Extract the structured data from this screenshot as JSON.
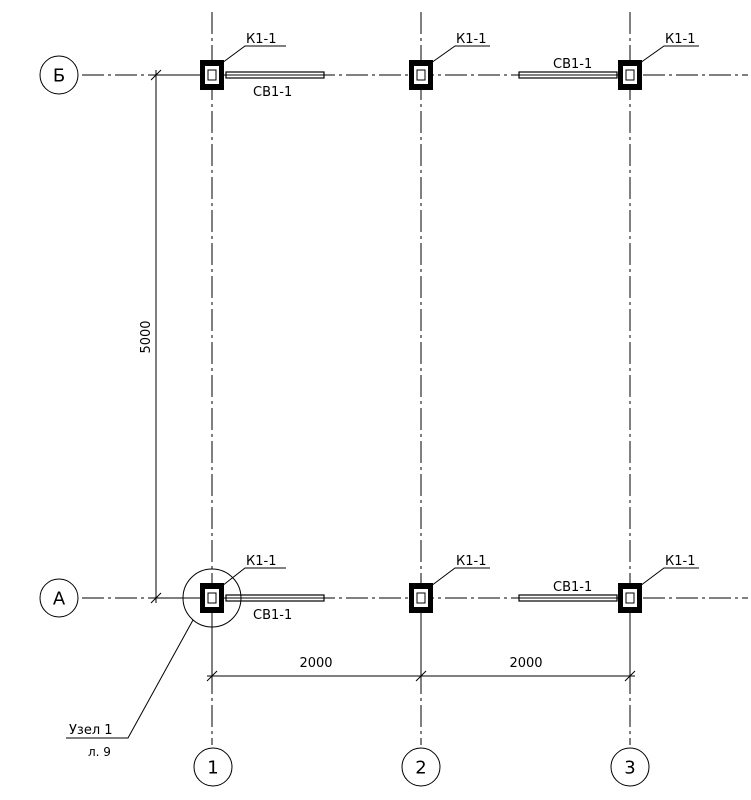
{
  "grid": {
    "rows": [
      {
        "id": "row-b",
        "label": "Б"
      },
      {
        "id": "row-a",
        "label": "А"
      }
    ],
    "cols": [
      {
        "id": "col-1",
        "label": "1"
      },
      {
        "id": "col-2",
        "label": "2"
      },
      {
        "id": "col-3",
        "label": "3"
      }
    ]
  },
  "columns": {
    "b1": "К1-1",
    "b2": "К1-1",
    "b3": "К1-1",
    "a1": "К1-1",
    "a2": "К1-1",
    "a3": "К1-1"
  },
  "braces": {
    "b_left": "СВ1-1",
    "b_right": "СВ1-1",
    "a_left": "СВ1-1",
    "a_right": "СВ1-1"
  },
  "dimensions": {
    "vertical": "5000",
    "horizontal_1": "2000",
    "horizontal_2": "2000"
  },
  "node": {
    "label": "Узел 1",
    "sheet": "л. 9"
  }
}
